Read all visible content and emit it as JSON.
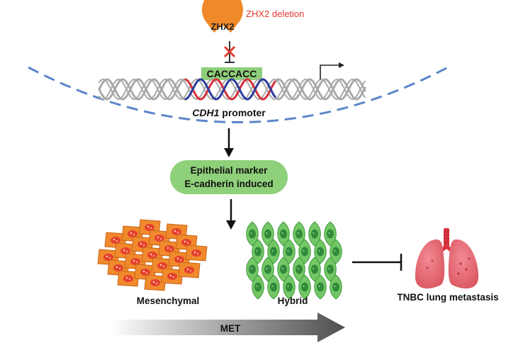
{
  "labels": {
    "zhx2": "ZHX2",
    "zhx2_deletion": "ZHX2 deletion",
    "motif": "CACCACC",
    "promoter_gene": "CDH1",
    "promoter_word": " promoter",
    "marker_line1": "Epithelial marker",
    "marker_line2": "E-cadherin induced",
    "mesenchymal": "Mesenchymal",
    "hybrid": "Hybrid",
    "outcome": "TNBC lung metastasis",
    "met": "MET"
  },
  "colors": {
    "zhx2_fill": "#f0892a",
    "deletion_text": "#e03a2e",
    "inhibition_cross": "#e03a2e",
    "motif_box": "#8fcf7a",
    "marker_box": "#8fd07a",
    "nuclear_membrane": "#5b86c9",
    "dna_strand": "#a9a9a9",
    "dna_red": "#d8323c",
    "dna_blue": "#2c3f9e",
    "mesenchymal_cell": "#f08a2c",
    "mesenchymal_nucleus": "#e5402f",
    "hybrid_cell": "#74c765",
    "hybrid_nucleus": "#2f8a3a",
    "lung": "#e9717b",
    "trachea": "#d8343f",
    "met_arrow_dark": "#555555"
  },
  "icons": {
    "lung": "lung-icon",
    "transcription_start": "bent-arrow-icon"
  }
}
